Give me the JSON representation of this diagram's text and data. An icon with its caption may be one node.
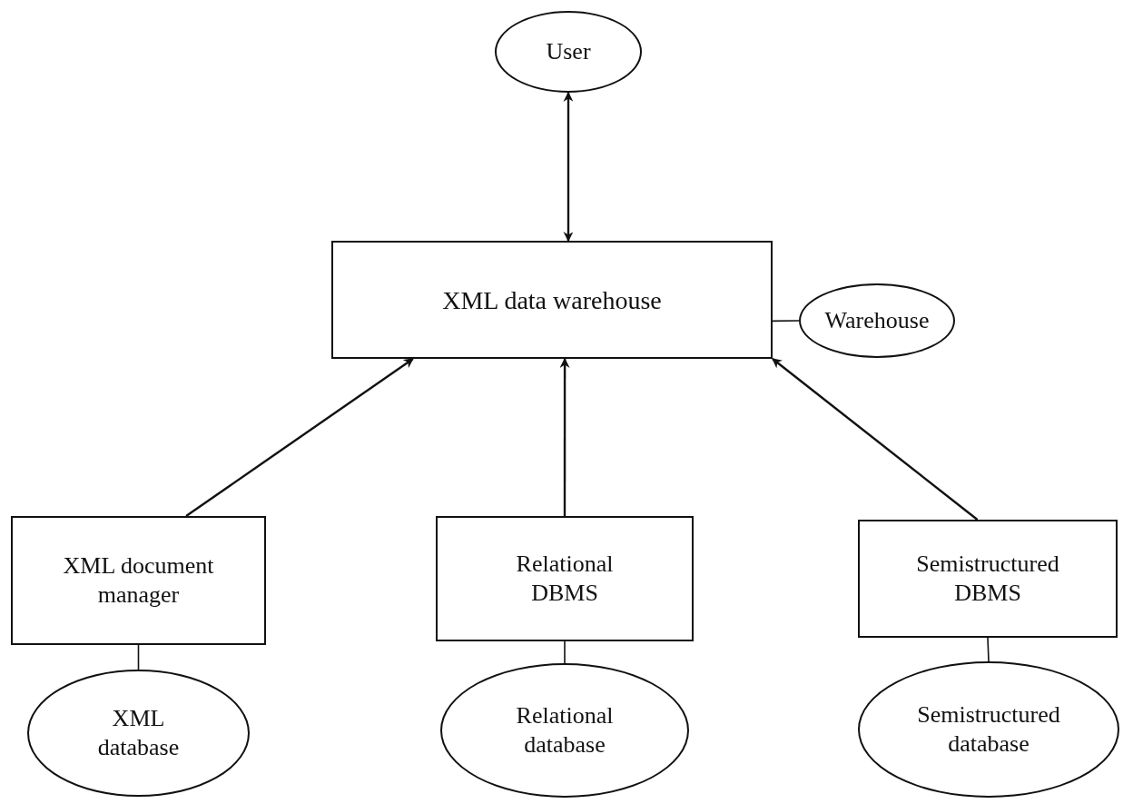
{
  "diagram": {
    "nodes": [
      {
        "text": [
          "User"
        ]
      },
      {
        "text": [
          "XML data warehouse"
        ]
      },
      {
        "text": [
          "Warehouse"
        ]
      },
      {
        "text": [
          "XML document manager"
        ]
      },
      {
        "text": [
          "Relational DBMS"
        ]
      },
      {
        "text": [
          "Semistructured DBMS"
        ]
      },
      {
        "text": [
          "XML database"
        ]
      },
      {
        "text": [
          "Relational database"
        ]
      },
      {
        "text": [
          "Semistructured database"
        ]
      }
    ],
    "edges": [
      {
        "from": 0,
        "to": 1,
        "arrow": "both"
      },
      {
        "from": 3,
        "to": 1,
        "arrow": "to"
      },
      {
        "from": 4,
        "to": 1,
        "arrow": "to"
      },
      {
        "from": 5,
        "to": 1,
        "arrow": "to"
      },
      {
        "from": 1,
        "to": 2,
        "arrow": "none"
      },
      {
        "from": 3,
        "to": 6,
        "arrow": "none"
      },
      {
        "from": 4,
        "to": 7,
        "arrow": "none"
      },
      {
        "from": 5,
        "to": 8,
        "arrow": "none"
      }
    ]
  }
}
